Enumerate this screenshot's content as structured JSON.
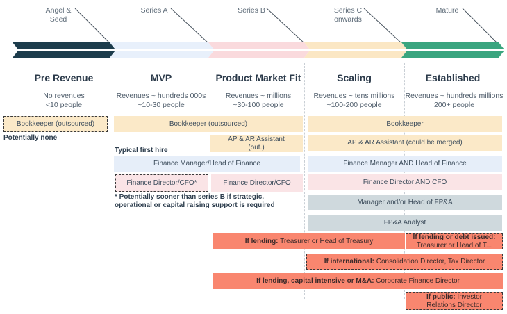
{
  "stages": [
    {
      "line1": "Angel &",
      "line2": "Seed"
    },
    {
      "line1": "Series A",
      "line2": ""
    },
    {
      "line1": "Series B",
      "line2": ""
    },
    {
      "line1": "Series C",
      "line2": "onwards"
    },
    {
      "line1": "Mature",
      "line2": ""
    }
  ],
  "columns": [
    {
      "title": "Pre Revenue",
      "desc1": "No revenues",
      "desc2": "<10 people"
    },
    {
      "title": "MVP",
      "desc1": "Revenues ~ hundreds 000s",
      "desc2": "~10-30 people"
    },
    {
      "title": "Product Market Fit",
      "desc1": "Revenues ~ millions",
      "desc2": "~30-100 people"
    },
    {
      "title": "Scaling",
      "desc1": "Revenues ~ tens millions",
      "desc2": "~100-200 people"
    },
    {
      "title": "Established",
      "desc1": "Revenues ~ hundreds millions",
      "desc2": "200+ people"
    }
  ],
  "roles": {
    "bookkeeper_outsourced_pre": "Bookkeeper (outsourced)",
    "potentially_none": "Potentially none",
    "bookkeeper_outsourced": "Bookkeeper (outsourced)",
    "bookkeeper": "Bookkeeper",
    "ap_ar_out_1": "AP & AR Assistant",
    "ap_ar_out_2": "(out.)",
    "ap_ar_merged": "AP & AR Assistant (could be merged)",
    "typical_first_hire": "Typical first hire",
    "fm_head": "Finance Manager/Head of Finance",
    "fm_and_head": "Finance Manager AND Head of Finance",
    "fd_cfo_star": "Finance Director/CFO*",
    "fd_cfo": "Finance Director/CFO",
    "fd_and_cfo": "Finance Director AND CFO",
    "footnote_1": "* Potentially sooner than series B if strategic,",
    "footnote_2": "operational or capital raising support is required",
    "fpa_head": "Manager and/or Head of FP&A",
    "fpa_analyst": "FP&A Analyst"
  },
  "conditional": {
    "lending_cond": "If lending:",
    "lending_role": " Treasurer or Head of Treasury",
    "debt_cond": "If lending or debt issued:",
    "debt_role": "Treasurer or Head of T...",
    "intl_cond": "If international:",
    "intl_role": " Consolidation Director, Tax Director",
    "capital_cond": "If lending, capital intensive or M&A:",
    "capital_role": " Corporate Finance Director",
    "public_cond": "If public:",
    "public_role_1": " Investor",
    "public_role_2": "Relations Director"
  },
  "colors": {
    "stage_1": "#1d3c4c",
    "stage_2": "#e8f0fb",
    "stage_3": "#fadadd",
    "stage_4": "#fbe7c4",
    "stage_5": "#3aa57f",
    "coral": "#f9866f"
  }
}
